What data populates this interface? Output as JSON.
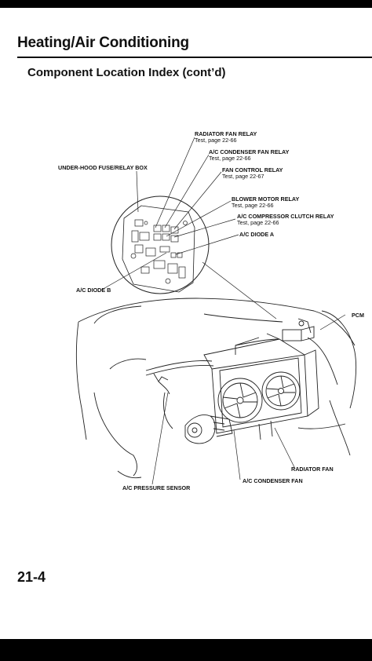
{
  "header": {
    "section_title": "Heating/Air Conditioning",
    "subtitle": "Component Location Index (cont’d)"
  },
  "components": [
    {
      "name": "RADIATOR FAN RELAY",
      "ref": "Test, page 22-66"
    },
    {
      "name": "A/C CONDENSER FAN RELAY",
      "ref": "Test, page 22-66"
    },
    {
      "name": "UNDER-HOOD FUSE/RELAY BOX",
      "ref": ""
    },
    {
      "name": "FAN CONTROL RELAY",
      "ref": "Test, page 22-67"
    },
    {
      "name": "BLOWER MOTOR RELAY",
      "ref": "Test, page 22-66"
    },
    {
      "name": "A/C COMPRESSOR CLUTCH RELAY",
      "ref": "Test, page 22-66"
    },
    {
      "name": "A/C DIODE A",
      "ref": ""
    },
    {
      "name": "A/C DIODE B",
      "ref": ""
    },
    {
      "name": "PCM",
      "ref": ""
    },
    {
      "name": "RADIATOR FAN",
      "ref": ""
    },
    {
      "name": "A/C CONDENSER FAN",
      "ref": ""
    },
    {
      "name": "A/C PRESSURE SENSOR",
      "ref": ""
    }
  ],
  "footer": {
    "page_number": "21-4"
  }
}
